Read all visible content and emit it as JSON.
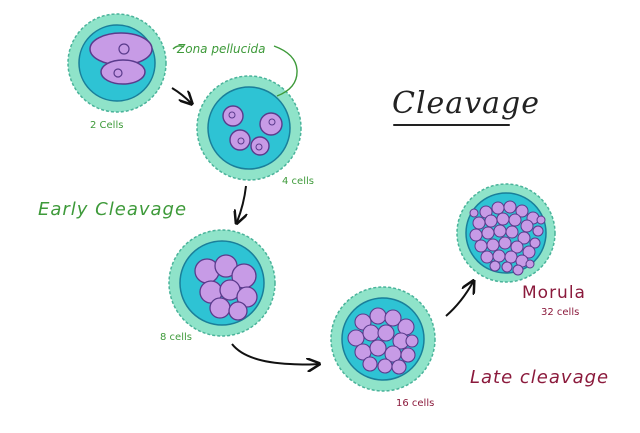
{
  "title": "Cleavage",
  "annotation_zona": "Zona pellucida",
  "phase_early": "Early Cleavage",
  "phase_late": "Late cleavage",
  "stages": {
    "two": "2 Cells",
    "four": "4 cells",
    "eight": "8 cells",
    "sixteen": "16 cells"
  },
  "morula": {
    "name": "Morula",
    "cells": "32 cells"
  },
  "colors": {
    "zona": "#8fe3c9",
    "cytoplasm": "#2ec3d4",
    "cell": "#c79be6",
    "cell_outline": "#5a3b8c",
    "green_text": "#3e9a3a",
    "red_text": "#8b1a3c"
  }
}
